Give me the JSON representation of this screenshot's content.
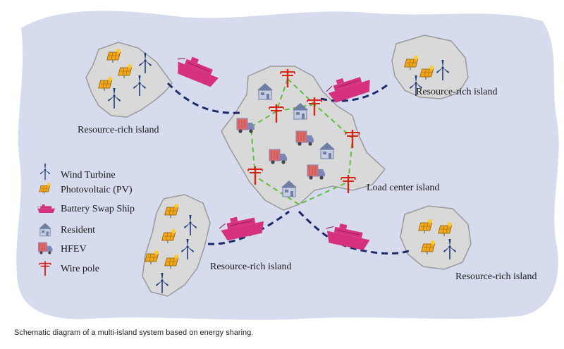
{
  "colors": {
    "sea": "#d6dcee",
    "land": "#d9d9d9",
    "land_edge": "#9a9a9a",
    "ship": "#d6317f",
    "pole": "#d62418",
    "turbine": "#1d3a7a",
    "pv": "#f2a71b",
    "house": "#8e9ab8",
    "truck": "#7f86b5",
    "cargo": "#e06a6a",
    "route": "#1b2a6b",
    "grid": "#5cbf3a"
  },
  "labels": {
    "island_nw": "Resource-rich island",
    "island_ne": "Resource-rich island",
    "island_sw": "Resource-rich island",
    "island_se": "Resource-rich island",
    "center": "Load center island"
  },
  "legend": {
    "wind": "Wind Turbine",
    "pv": "Photovoltaic (PV)",
    "ship": "Battery Swap Ship",
    "resident": "Resident",
    "hfev": "HFEV",
    "pole": "Wire pole"
  },
  "caption": "Schematic diagram of a multi-island system based on energy sharing."
}
